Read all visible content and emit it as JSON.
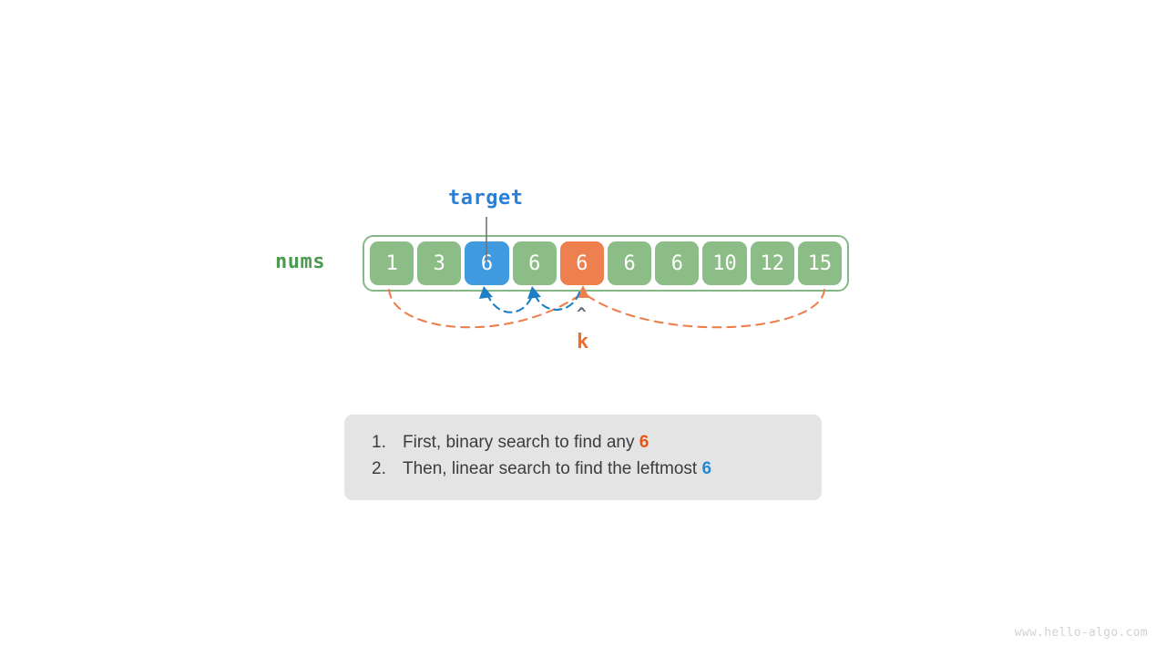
{
  "diagram": {
    "title_label": "target",
    "array_label": "nums",
    "pointer_label": "k",
    "pointer_caret": "^",
    "array": {
      "values": [
        "1",
        "3",
        "6",
        "6",
        "6",
        "6",
        "6",
        "10",
        "12",
        "15"
      ],
      "highlight_target_index": 2,
      "highlight_pivot_index": 4
    },
    "colors": {
      "cell_default": "#8cbd87",
      "cell_target": "#3f9ae0",
      "cell_pivot": "#ee7f4f",
      "container_border": "#86b887",
      "label_nums": "#4c9a4f",
      "label_target": "#2b7fd4",
      "label_k": "#ec6d2e",
      "arc_binary_search": "#ee7f4f",
      "arc_linear_scan": "#1f7fc4",
      "connector_line": "#70757a",
      "caption_background": "#e4e4e4"
    }
  },
  "caption": {
    "items": [
      {
        "number": "1.",
        "text_before": "First, binary search to find any ",
        "highlight": "6",
        "highlight_color": "orange",
        "text_after": ""
      },
      {
        "number": "2.",
        "text_before": "Then, linear search to find the leftmost ",
        "highlight": "6",
        "highlight_color": "blue",
        "text_after": ""
      }
    ]
  },
  "watermark": {
    "text": "www.hello-algo.com"
  }
}
